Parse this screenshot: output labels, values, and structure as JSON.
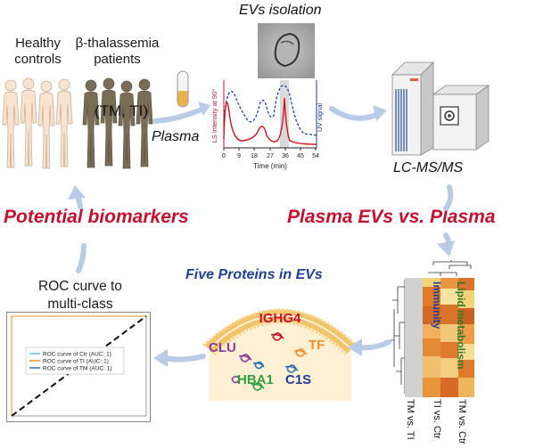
{
  "groups": {
    "healthy": "Healthy\ncontrols",
    "patients": "β-thalassemia\npatients",
    "patient_types": "(TM, TI)"
  },
  "steps": {
    "ev_isolation": "EVs isolation",
    "plasma": "Plasma",
    "lcms": "LC-MS/MS",
    "comparison": "Plasma EVs vs. Plasma",
    "biomarkers": "Potential biomarkers",
    "five_proteins": "Five Proteins in EVs"
  },
  "chromatogram": {
    "ylabel_left": "LS intensity at 90°",
    "ylabel_right": "UV signal",
    "xlabel": "Time (min)",
    "ticks": [
      "0",
      "9",
      "18",
      "27",
      "36",
      "45",
      "54"
    ]
  },
  "proteins": [
    "IGHG4",
    "CLU",
    "TF",
    "HBA1",
    "C1S"
  ],
  "heatmap": {
    "labels": [
      "Immunity",
      "Lipid metabolism"
    ],
    "columns": [
      "TM vs. TI",
      "TI vs. Ctr",
      "TM vs. Ctr"
    ]
  },
  "roc": {
    "title": "ROC curve to\nmulti-class",
    "legend": [
      {
        "label": "ROC curve of Ctr (AUC: 1)",
        "color": "#5bc0eb"
      },
      {
        "label": "ROC curve of TI (AUC: 1)",
        "color": "#f28c28"
      },
      {
        "label": "ROC curve of TM (AUC: 1)",
        "color": "#3a6fb0"
      }
    ]
  },
  "colors": {
    "accent_red": "#c8102e",
    "accent_blue": "#203f9a",
    "arrow": "#b9cbe6"
  }
}
